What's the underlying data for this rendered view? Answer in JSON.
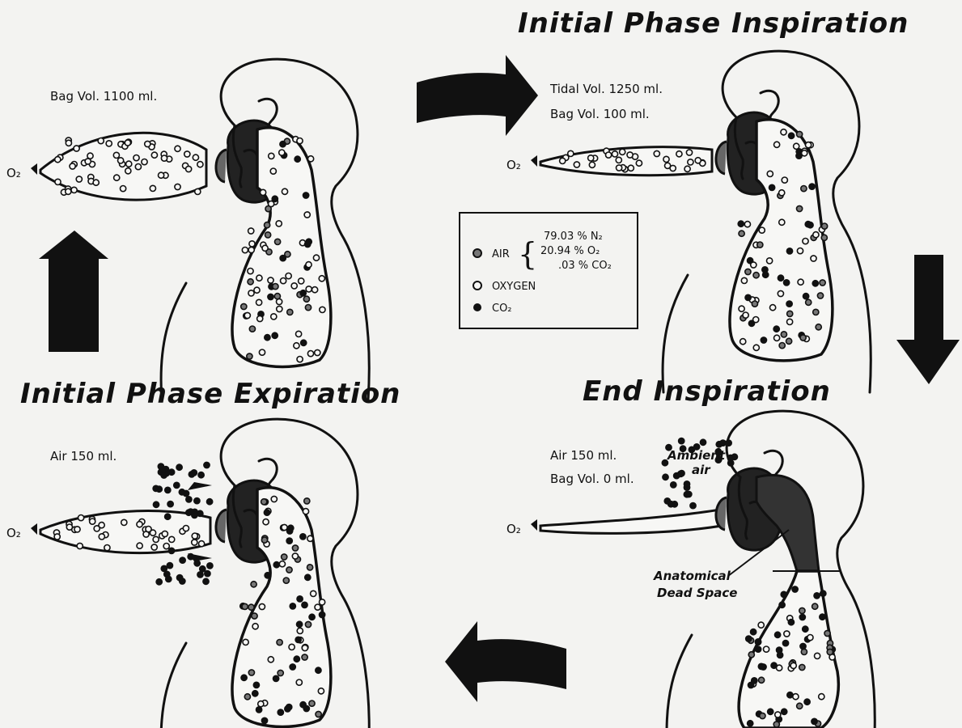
{
  "panels": {
    "top_left": {
      "bag_label": "Bag Vol. 1100 ml.",
      "o2_label": "O₂"
    },
    "top_right": {
      "title": "Initial Phase Inspiration",
      "tidal_label": "Tidal Vol. 1250 ml.",
      "bag_label": "Bag Vol. 100 ml.",
      "o2_label": "O₂"
    },
    "bottom_right": {
      "title": "End Inspiration",
      "air_label": "Air 150 ml.",
      "bag_label": "Bag Vol. 0 ml.",
      "ambient_label_1": "Ambient",
      "ambient_label_2": "air",
      "dead_space_1": "Anatomical",
      "dead_space_2": "Dead Space",
      "o2_label": "O₂"
    },
    "bottom_left": {
      "title": "Initial Phase Expiration",
      "air_label": "Air 150 ml.",
      "o2_label": "O₂"
    }
  },
  "legend": {
    "air_label": "AIR",
    "n2": "79.03 % N₂",
    "o2": "20.94 % O₂",
    "co2_pct": ".03 % CO₂",
    "oxygen_label": "OXYGEN",
    "co2_label": "CO₂"
  },
  "colors": {
    "ink": "#111111",
    "paper": "#f3f3f1"
  }
}
